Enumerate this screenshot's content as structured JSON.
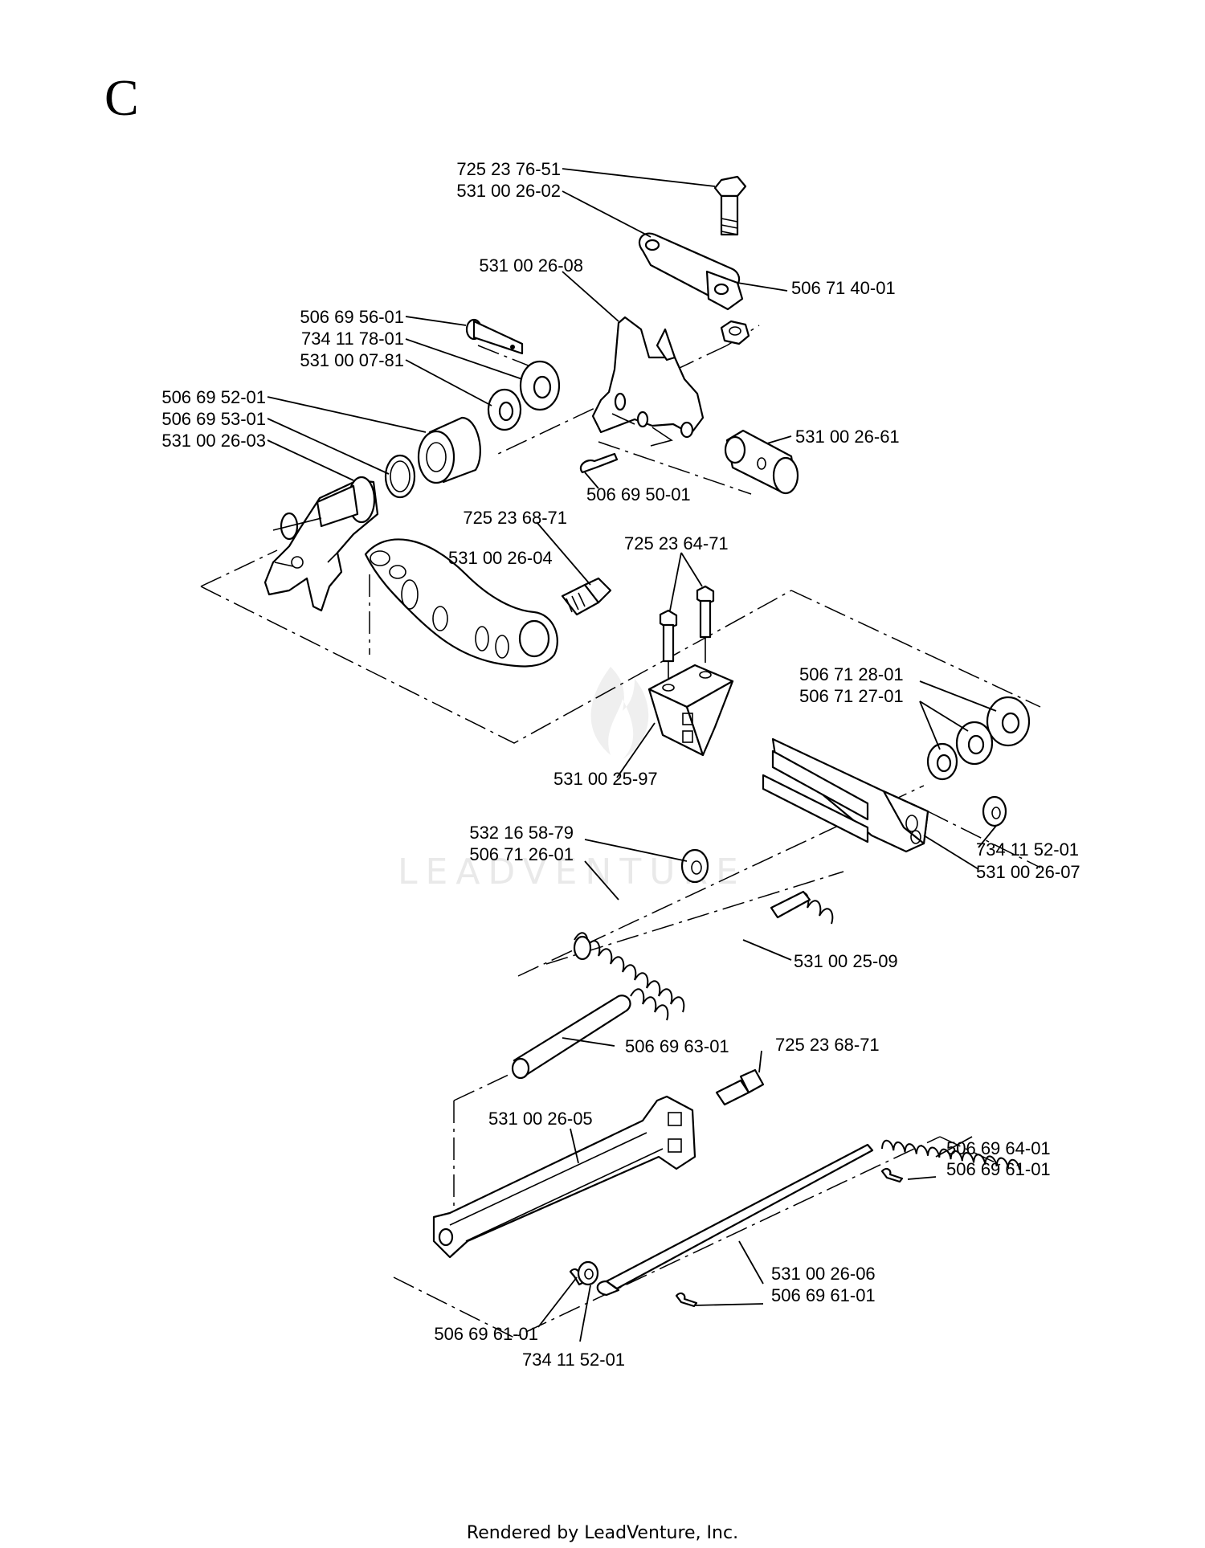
{
  "section_letter": "C",
  "watermark": "LEADVENTURE",
  "footer": "Rendered by LeadVenture, Inc.",
  "callouts": [
    {
      "id": "c1",
      "lines": [
        "725 23 76-51",
        "531 00 26-02"
      ]
    },
    {
      "id": "c2",
      "lines": [
        "531 00 26-08"
      ]
    },
    {
      "id": "c3",
      "lines": [
        "506 71 40-01"
      ]
    },
    {
      "id": "c4",
      "lines": [
        "506 69 56-01",
        "734 11 78-01",
        "531 00 07-81"
      ]
    },
    {
      "id": "c5",
      "lines": [
        "506 69 52-01",
        "506 69 53-01",
        "531 00 26-03"
      ]
    },
    {
      "id": "c6",
      "lines": [
        "531 00 26-61"
      ]
    },
    {
      "id": "c7",
      "lines": [
        "506 69 50-01"
      ]
    },
    {
      "id": "c8",
      "lines": [
        "725 23 68-71"
      ]
    },
    {
      "id": "c9",
      "lines": [
        "725 23 64-71"
      ]
    },
    {
      "id": "c10",
      "lines": [
        "531 00 26-04"
      ]
    },
    {
      "id": "c11",
      "lines": [
        "506 71 28-01",
        "506 71 27-01"
      ]
    },
    {
      "id": "c12",
      "lines": [
        "531 00 25-97"
      ]
    },
    {
      "id": "c13",
      "lines": [
        "532 16 58-79",
        "506 71 26-01"
      ]
    },
    {
      "id": "c14",
      "lines": [
        "734 11 52-01",
        "531 00 26-07"
      ]
    },
    {
      "id": "c15",
      "lines": [
        "531 00 25-09"
      ]
    },
    {
      "id": "c16",
      "lines": [
        "506 69 63-01"
      ]
    },
    {
      "id": "c17",
      "lines": [
        "725 23 68-71"
      ]
    },
    {
      "id": "c18",
      "lines": [
        "531 00 26-05"
      ]
    },
    {
      "id": "c19",
      "lines": [
        "506 69 64-01",
        "506 69 61-01"
      ]
    },
    {
      "id": "c20",
      "lines": [
        "531 00 26-06",
        "506 69 61-01"
      ]
    },
    {
      "id": "c21",
      "lines": [
        "506 69 61-01"
      ]
    },
    {
      "id": "c22",
      "lines": [
        "734 11 52-01"
      ]
    }
  ]
}
